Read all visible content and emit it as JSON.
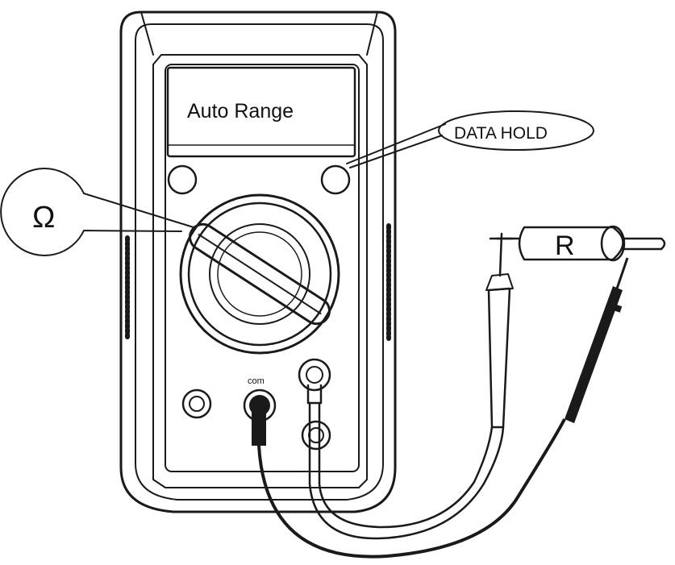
{
  "display": {
    "text": "Auto Range"
  },
  "callouts": {
    "data_hold": "DATA HOLD",
    "function_symbol": "Ω"
  },
  "jacks": {
    "com_label": "com"
  },
  "component": {
    "label": "R"
  },
  "colors": {
    "stroke": "#1a1a1a",
    "black_lead": "#1a1a1a",
    "red_lead_outline": "#1a1a1a",
    "background": "#ffffff"
  }
}
